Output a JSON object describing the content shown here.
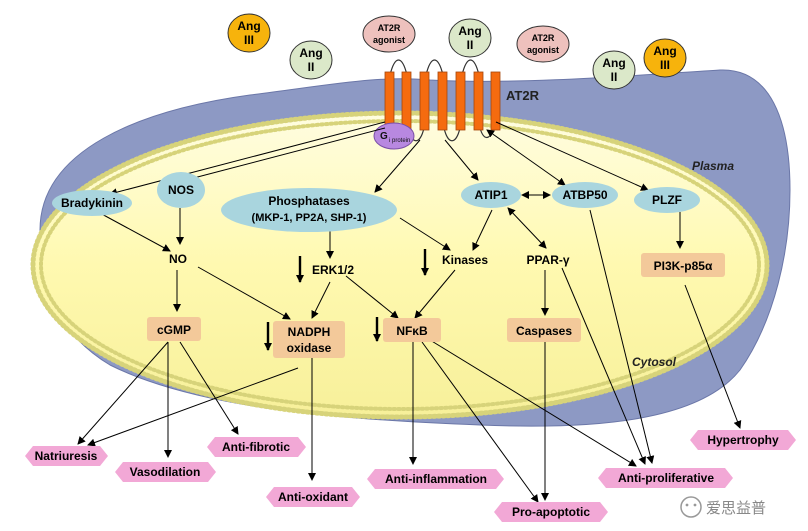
{
  "colors": {
    "membrane": "#8d99c4",
    "cytosol": "#fffab5",
    "membrane_dots": "#d7d37a",
    "receptor": "#f56b0f",
    "ellipse_node": "#a9d5de",
    "box_node": "#f3c99a",
    "outcome": "#f2a8d6",
    "ang3": "#f7b30c",
    "ang2": "#dbe8c9",
    "agonist": "#eec1bd"
  },
  "ligands": {
    "ang3_left": {
      "line1": "Ang",
      "line2": "III"
    },
    "ang2_left": {
      "line1": "Ang",
      "line2": "II"
    },
    "agonist_left": {
      "line1": "AT2R",
      "line2": "agonist"
    },
    "ang2_center": {
      "line1": "Ang",
      "line2": "II"
    },
    "agonist_right": {
      "line1": "AT2R",
      "line2": "agonist"
    },
    "ang2_right": {
      "line1": "Ang",
      "line2": "II"
    },
    "ang3_right": {
      "line1": "Ang",
      "line2": "III"
    }
  },
  "labels": {
    "receptor": "AT2R",
    "plasma": "Plasma",
    "cytosol": "Cytosol",
    "g_protein_main": "G",
    "g_protein_sub": "i protein",
    "watermark": "爱思益普"
  },
  "nodes": {
    "bradykinin": "Bradykinin",
    "nos": "NOS",
    "phosphatases_line1": "Phosphatases",
    "phosphatases_line2": "(MKP-1, PP2A, SHP-1)",
    "atip1": "ATIP1",
    "atbp50": "ATBP50",
    "plzf": "PLZF",
    "no": "NO",
    "erk": "ERK1/2",
    "kinases": "Kinases",
    "ppar": "PPAR-γ",
    "pi3k": "PI3K-p85α",
    "cgmp": "cGMP",
    "nadph_line1": "NADPH",
    "nadph_line2": "oxidase",
    "nfkb": "NFκB",
    "caspases": "Caspases"
  },
  "outcomes": {
    "natriuresis": "Natriuresis",
    "vasodilation": "Vasodilation",
    "antifibrotic": "Anti-fibrotic",
    "antioxidant": "Anti-oxidant",
    "antiinflammation": "Anti-inflammation",
    "proapoptotic": "Pro-apoptotic",
    "antiproliferative": "Anti-proliferative",
    "hypertrophy": "Hypertrophy"
  }
}
